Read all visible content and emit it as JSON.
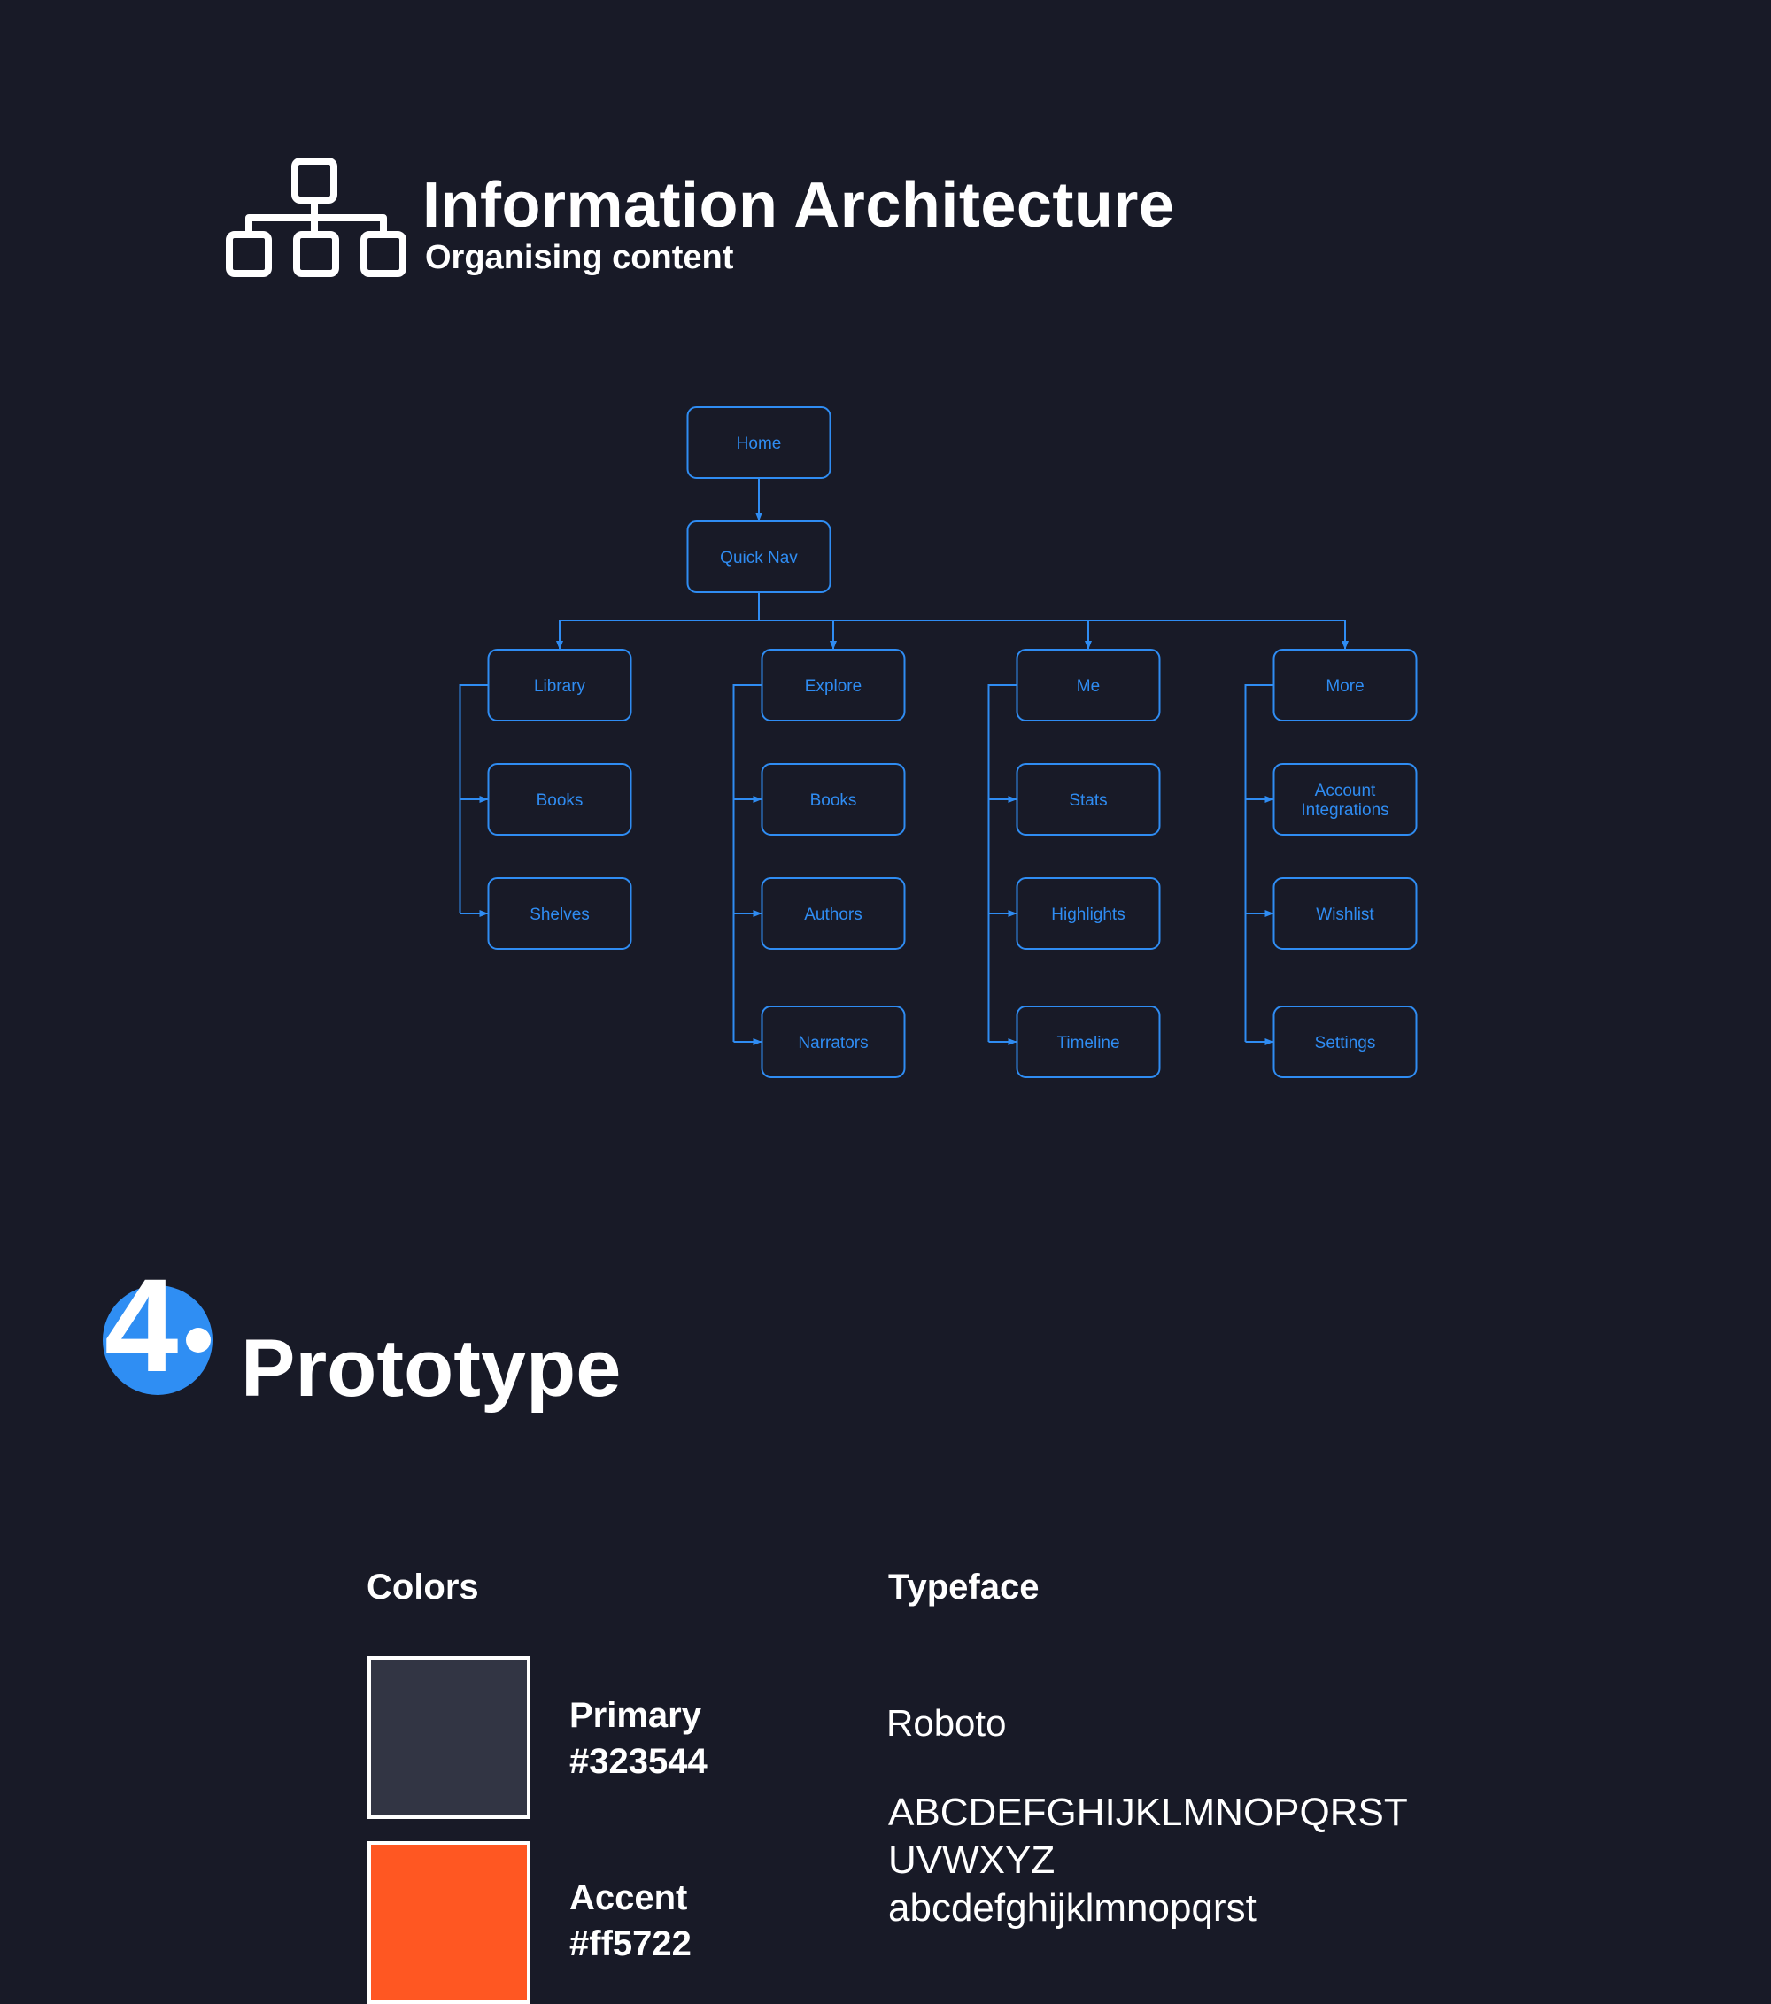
{
  "header": {
    "title": "Information Architecture",
    "subtitle": "Organising content",
    "icon": "sitemap-icon"
  },
  "tree": {
    "root": "Home",
    "nav": "Quick Nav",
    "columns": [
      {
        "title": "Library",
        "children": [
          "Books",
          "Shelves"
        ]
      },
      {
        "title": "Explore",
        "children": [
          "Books",
          "Authors",
          "Narrators"
        ]
      },
      {
        "title": "Me",
        "children": [
          "Stats",
          "Highlights",
          "Timeline"
        ]
      },
      {
        "title": "More",
        "children": [
          "Account\nIntegrations",
          "Wishlist",
          "Settings"
        ]
      }
    ],
    "line_color": "#2f8cf2"
  },
  "section": {
    "number": "4",
    "title": "Prototype",
    "badge_color": "#2f8ef3"
  },
  "colors": {
    "heading": "Colors",
    "items": [
      {
        "name": "Primary",
        "hex": "#323544"
      },
      {
        "name": "Accent",
        "hex": "#ff5722"
      }
    ]
  },
  "typeface": {
    "heading": "Typeface",
    "font_name": "Roboto",
    "samples": [
      "ABCDEFGHIJKLMNOPQRST",
      "UVWXYZ",
      "abcdefghijklmnopqrst"
    ]
  }
}
